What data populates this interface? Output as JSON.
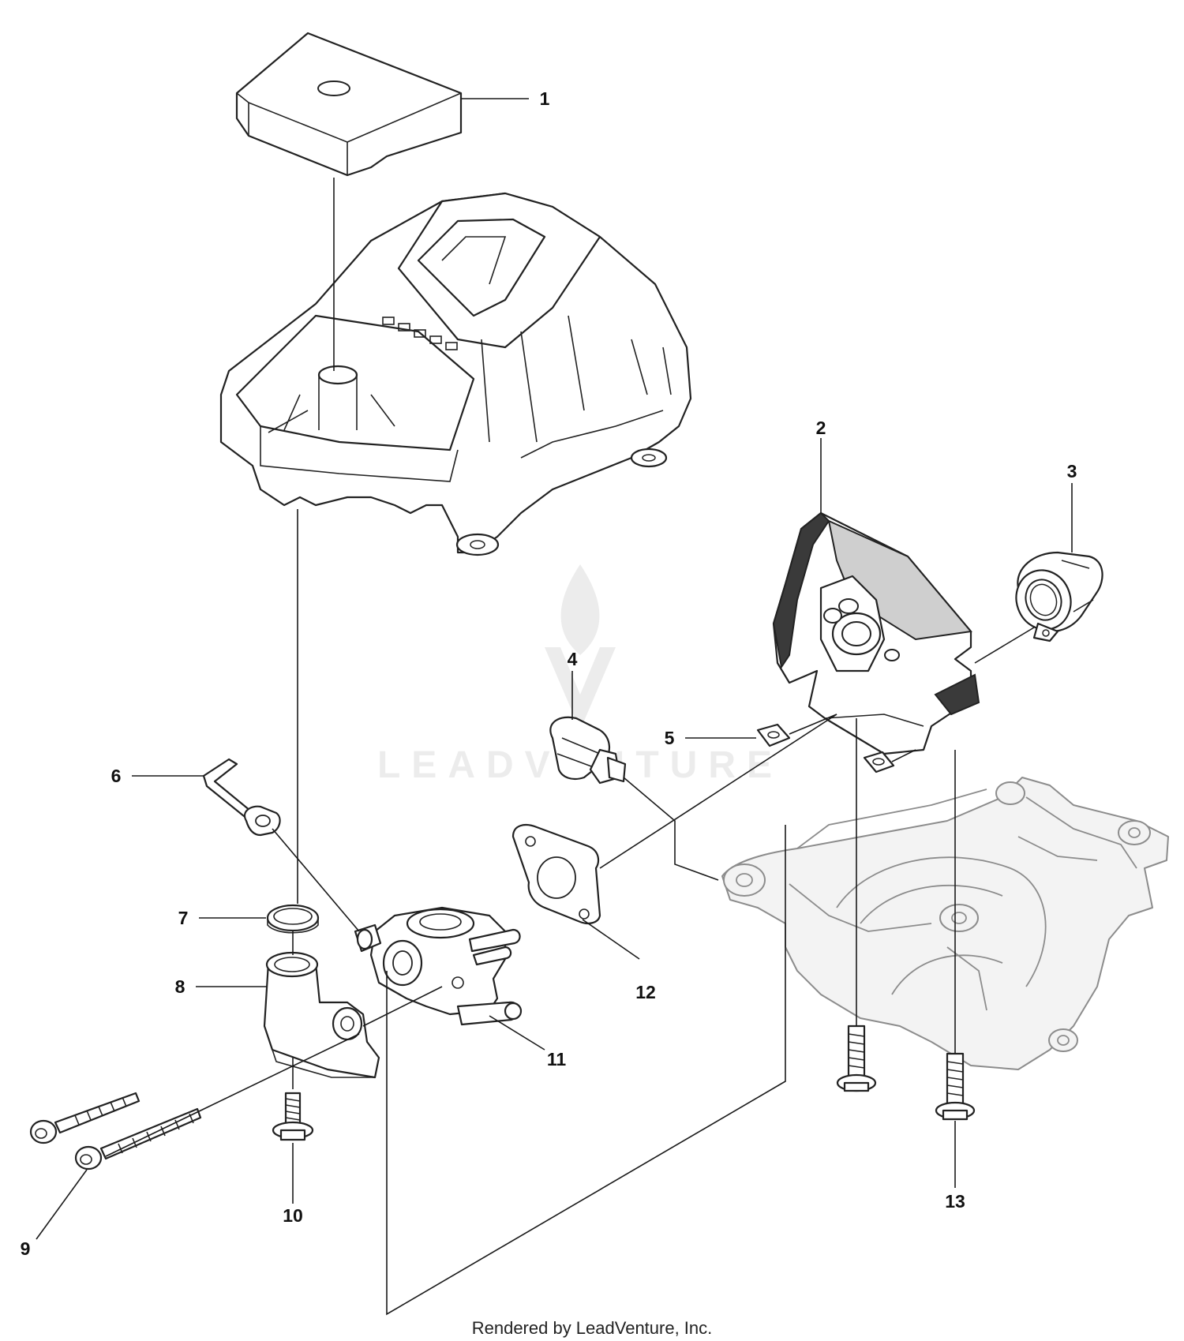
{
  "watermark": {
    "text": "LEADVENTURE",
    "icon": "flame-v-logo-icon"
  },
  "footer": {
    "text": "Rendered by LeadVenture, Inc."
  },
  "callouts": [
    {
      "id": "1",
      "label": "1"
    },
    {
      "id": "2",
      "label": "2"
    },
    {
      "id": "3",
      "label": "3"
    },
    {
      "id": "4",
      "label": "4"
    },
    {
      "id": "5",
      "label": "5"
    },
    {
      "id": "6",
      "label": "6"
    },
    {
      "id": "7",
      "label": "7"
    },
    {
      "id": "8",
      "label": "8"
    },
    {
      "id": "9",
      "label": "9"
    },
    {
      "id": "10",
      "label": "10"
    },
    {
      "id": "11",
      "label": "11"
    },
    {
      "id": "12",
      "label": "12"
    },
    {
      "id": "13",
      "label": "13"
    }
  ],
  "colors": {
    "line": "#222222",
    "ghost": "#8c8c8c",
    "shade": "#3a3a3a",
    "watermark": "#ececec"
  }
}
